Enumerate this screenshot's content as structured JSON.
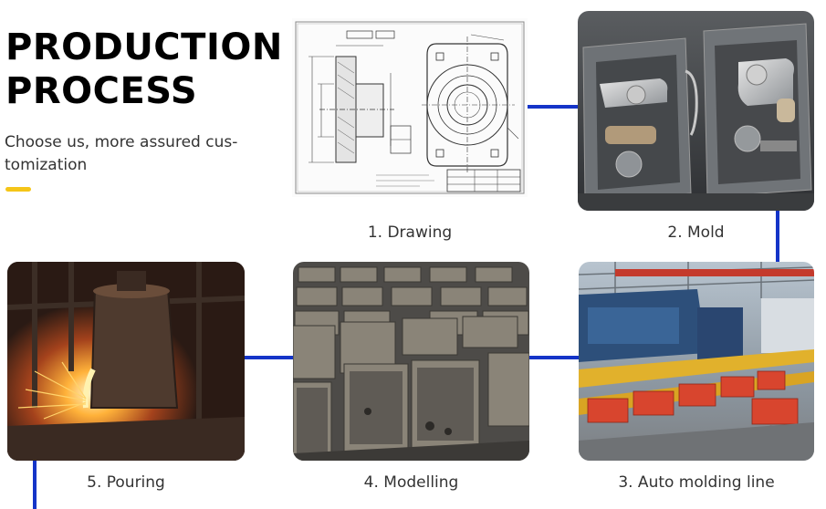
{
  "header": {
    "title_line1": "PRODUCTION",
    "title_line2": "PROCESS",
    "subtitle_line1": "Choose us, more assured cus-",
    "subtitle_line2": "tomization"
  },
  "steps": [
    {
      "label": "1. Drawing"
    },
    {
      "label": "2. Mold"
    },
    {
      "label": "3. Auto molding line"
    },
    {
      "label": "4. Modelling"
    },
    {
      "label": "5. Pouring"
    }
  ],
  "colors": {
    "accent": "#f5c518",
    "connector": "#1434c8"
  }
}
